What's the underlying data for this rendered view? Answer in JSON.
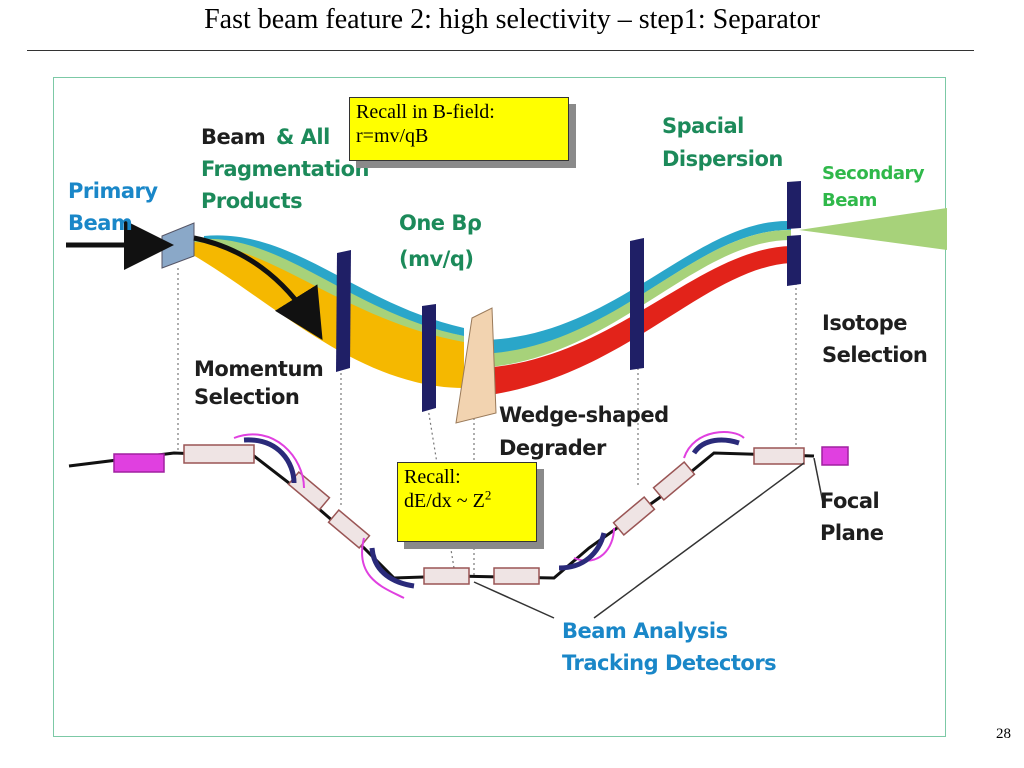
{
  "slide": {
    "title": "Fast beam feature 2: high selectivity – step1: Separator",
    "page_number": "28"
  },
  "diagram": {
    "labels": {
      "primary_beam": [
        "Primary",
        "Beam"
      ],
      "beam_fragmentation": {
        "beam": "Beam",
        "amp_all": "& All",
        "fragmentation": "Fragmentation",
        "products": "Products"
      },
      "one_brho": [
        "One Bρ",
        "(mv/q)"
      ],
      "spacial_dispersion": [
        "Spacial",
        "Dispersion"
      ],
      "secondary_beam": [
        "Secondary",
        "Beam"
      ],
      "momentum_selection": [
        "Momentum",
        "Selection"
      ],
      "isotope_selection": [
        "Isotope",
        "Selection"
      ],
      "wedge_degrader": [
        "Wedge-shaped",
        "Degrader"
      ],
      "focal_plane": [
        "Focal",
        "Plane"
      ],
      "beam_analysis": [
        "Beam Analysis",
        "Tracking Detectors"
      ]
    },
    "callouts": {
      "bfield": {
        "line1": "Recall in B-field:",
        "line2": "r=mv/qB"
      },
      "dedx": {
        "line1": "Recall:",
        "line2": "dE/dx ~ Z",
        "line2_sup": "2"
      }
    },
    "colors": {
      "yellow_beam": "#f5b800",
      "green_beam": "#a7d27a",
      "teal_beam": "#2aa6c9",
      "red_beam": "#e2231a",
      "slit": "#1f1f66",
      "label_blue": "#1a87c8",
      "label_green": "#1c8a5a",
      "label_dark": "#1e1e1e",
      "magnet_pink": "#e040e0",
      "callout_bg": "#ffff00"
    }
  }
}
